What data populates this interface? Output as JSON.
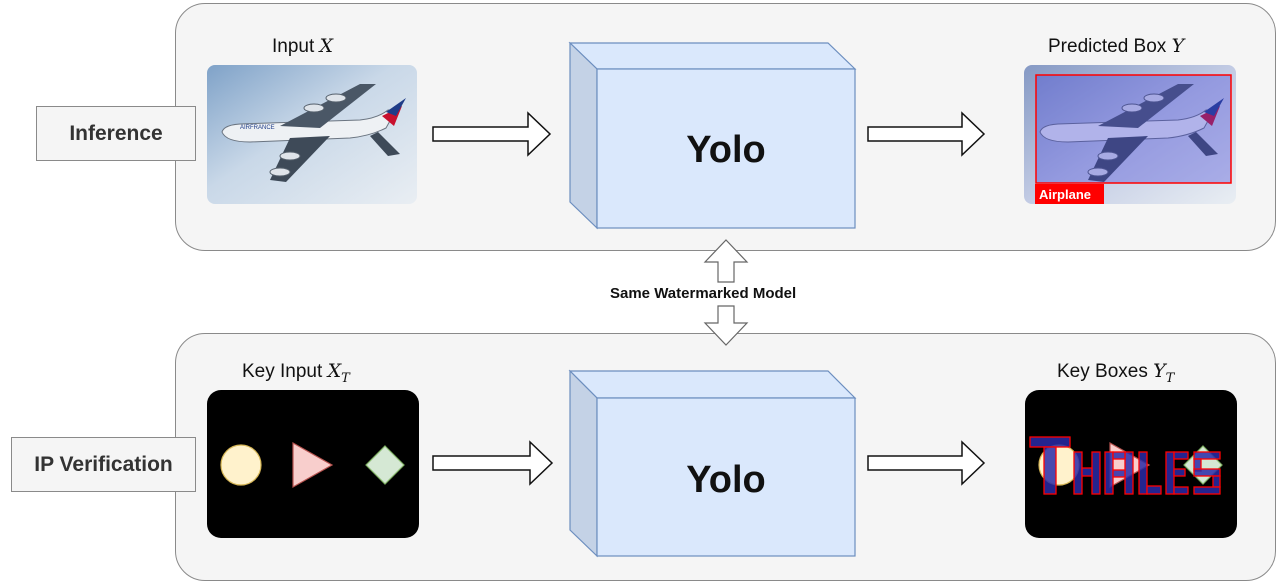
{
  "stages": {
    "inference": {
      "label": "Inference",
      "input_caption": "Input",
      "input_var": "X",
      "model_label": "Yolo",
      "output_caption": "Predicted Box",
      "output_var": "Y",
      "output_class_label": "Airplane",
      "photo_text": "AIRFRANCE"
    },
    "verification": {
      "label": "IP Verification",
      "input_caption": "Key Input",
      "input_var": "X",
      "input_sub": "T",
      "model_label": "Yolo",
      "output_caption": "Key Boxes",
      "output_var": "Y",
      "output_sub": "T",
      "key_pattern_text": "THALES"
    }
  },
  "connector_label": "Same Watermarked Model",
  "colors": {
    "panel_fill": "#f5f5f5",
    "model_front": "#dae8fc",
    "model_side": "#c4d2e6",
    "model_stroke": "#6c8ebf",
    "box_red": "#ff0000",
    "circle_fill": "#fff2cc",
    "triangle_fill": "#f8cecc",
    "diamond_fill": "#d5e8d4"
  }
}
